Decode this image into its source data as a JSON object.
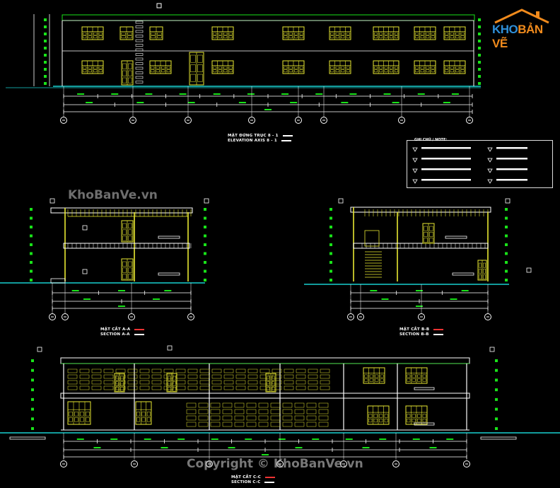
{
  "logo": {
    "text_a": "KHO",
    "text_b": "BẢN VẼ",
    "color_a": "#2f8fd8",
    "color_b": "#f08a1c"
  },
  "watermark_top": "KhoBanVe.vn",
  "watermark_bottom": "Copyright © KhoBanVe.vn",
  "titles": {
    "elevation": {
      "vn": "MẶT ĐỨNG TRỤC 8 - 1",
      "en": "ELEVATION AXIS 8 - 1"
    },
    "section_aa": {
      "vn": "MẶT CẮT A-A",
      "en": "SECTION A-A"
    },
    "section_bb": {
      "vn": "MẶT CẮT B-B",
      "en": "SECTION B-B"
    },
    "section_cc": {
      "vn": "MẶT CẮT C-C",
      "en": "SECTION C-C"
    }
  },
  "legend": {
    "title": "GHI CHÚ / NOTE:"
  },
  "colors": {
    "green": "#19e219",
    "yellow": "#e8e832",
    "cyan": "#19d0d0",
    "white": "#ffffff",
    "grey": "#9a9a9a",
    "red": "#e33333"
  }
}
